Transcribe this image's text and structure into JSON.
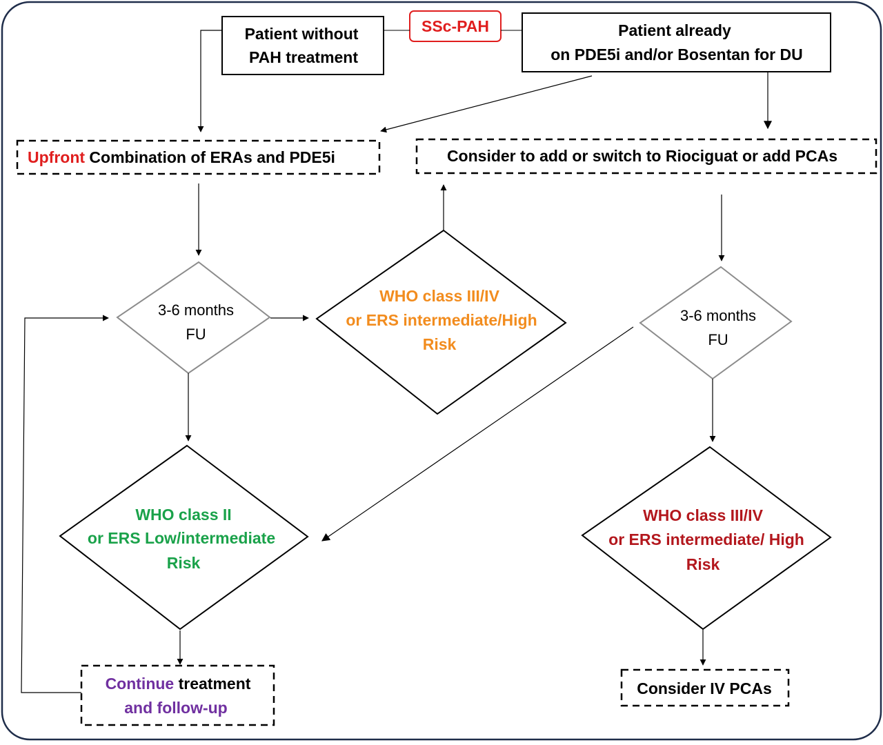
{
  "colors": {
    "red": "#e01e1e",
    "orange": "#f28c1e",
    "green": "#1aa24a",
    "dark_red": "#b3171d",
    "purple": "#7030a0",
    "black": "#000000",
    "gray": "#8c8c8c"
  },
  "nodes": {
    "ssc_pah": {
      "text": "SSc-PAH"
    },
    "no_treatment": {
      "line1": "Patient without",
      "line2": "PAH treatment"
    },
    "already_on": {
      "line1": "Patient already",
      "line2": "on PDE5i and/or Bosentan for DU"
    },
    "upfront": {
      "highlight": "Upfront",
      "rest": " Combination of ERAs and PDE5i"
    },
    "consider_add": {
      "text": "Consider to add or switch to Riociguat or add PCAs"
    },
    "fu_left": {
      "line1": "3-6 months",
      "line2": "FU"
    },
    "fu_right": {
      "line1": "3-6 months",
      "line2": "FU"
    },
    "who_orange": {
      "line1": "WHO class III/IV",
      "line2": "or ERS intermediate/High",
      "line3": "Risk"
    },
    "who_green": {
      "line1": "WHO class II",
      "line2": "or ERS Low/intermediate",
      "line3": "Risk"
    },
    "who_red": {
      "line1": "WHO class III/IV",
      "line2": "or ERS intermediate/ High",
      "line3": "Risk"
    },
    "continue": {
      "highlight": "Continue",
      "rest": " treatment",
      "line2": "and follow-up"
    },
    "consider_iv": {
      "text": "Consider IV PCAs"
    }
  }
}
